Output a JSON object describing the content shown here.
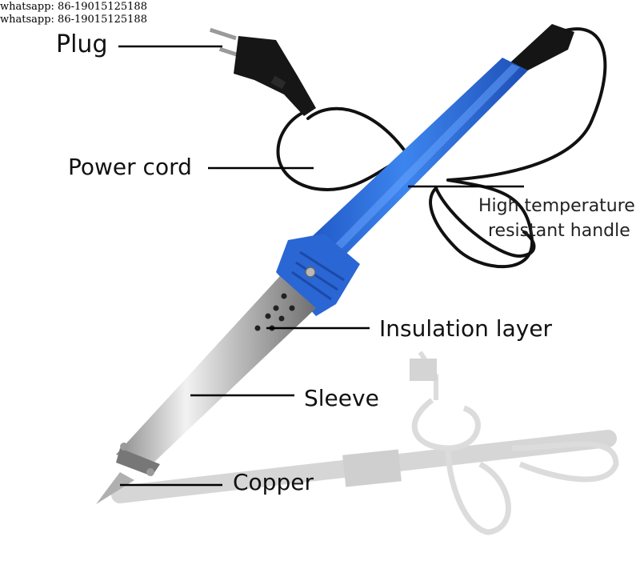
{
  "watermark": {
    "line1": "whatsapp: 86-19015125188",
    "line2": "whatsapp: 86-19015125188"
  },
  "labels": {
    "plug": "Plug",
    "power_cord": "Power cord",
    "handle_line1": "High temperature",
    "handle_line2": "resistant handle",
    "insulation": "Insulation layer",
    "sleeve": "Sleeve",
    "copper": "Copper"
  },
  "colors": {
    "handle_blue": "#2f6fdc",
    "cord_black": "#111111",
    "metal": "#c8c8c8",
    "shadow": "#d9d9d9"
  }
}
